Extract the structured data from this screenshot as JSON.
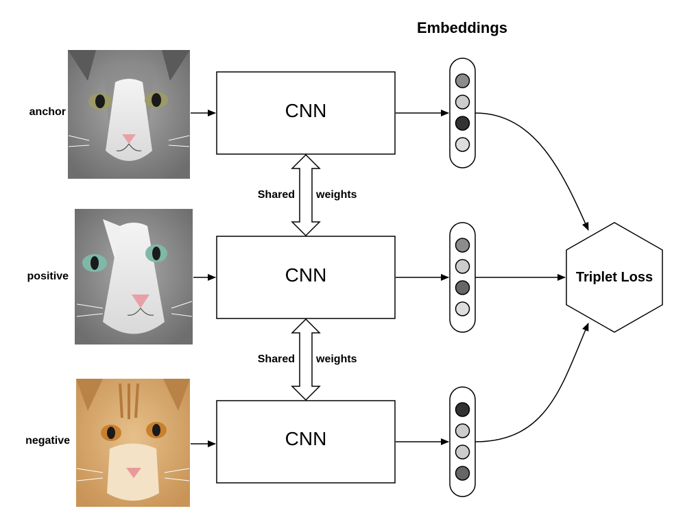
{
  "title": "Embeddings",
  "rows": [
    {
      "label": "anchor",
      "cnn_label": "CNN",
      "image_description_icon": "cat-photo-gray-white",
      "embedding_colors": [
        "#8c8c8c",
        "#cccccc",
        "#333333",
        "#dddddd"
      ]
    },
    {
      "label": "positive",
      "cnn_label": "CNN",
      "image_description_icon": "cat-photo-gray-white",
      "embedding_colors": [
        "#8c8c8c",
        "#cccccc",
        "#666666",
        "#dddddd"
      ]
    },
    {
      "label": "negative",
      "cnn_label": "CNN",
      "image_description_icon": "cat-photo-orange-tabby",
      "embedding_colors": [
        "#333333",
        "#cccccc",
        "#cccccc",
        "#666666"
      ]
    }
  ],
  "shared_weights": [
    {
      "left": "Shared",
      "right": "weights"
    },
    {
      "left": "Shared",
      "right": "weights"
    }
  ],
  "loss_label": "Triplet Loss"
}
